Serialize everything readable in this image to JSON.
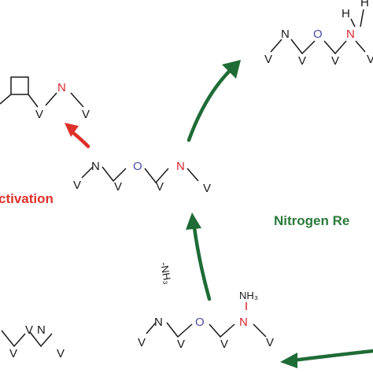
{
  "labels": {
    "activation": "ctivation",
    "nitrogen": "Nitrogen Re",
    "minus_nh3": "-NH₃",
    "nh3": "NH₃"
  },
  "atoms": {
    "v": "V",
    "n": "N",
    "o": "O",
    "h": "H"
  },
  "colors": {
    "activation_red": "#e0302a",
    "nitrogen_green": "#2b7a3b",
    "arrow_green": "#1f6b36",
    "reactive_n_red": "#d8262e",
    "oxygen_blue": "#4a4aa8"
  }
}
